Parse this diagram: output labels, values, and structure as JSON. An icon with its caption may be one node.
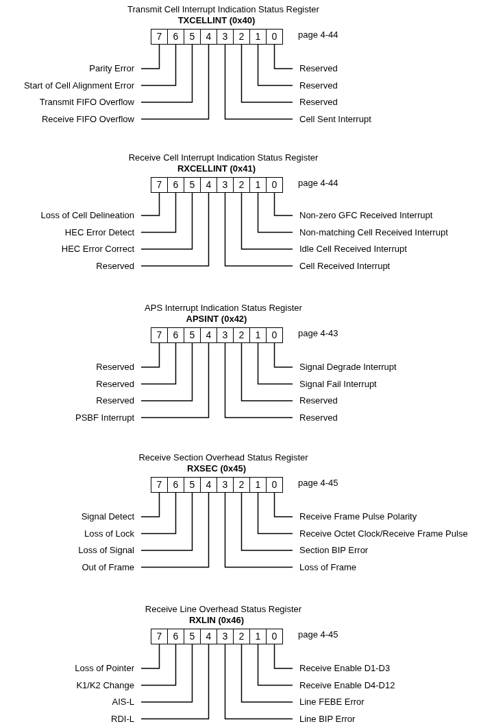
{
  "diagram": {
    "nodes": [
      {
        "text": [
          "7"
        ]
      },
      {
        "text": [
          "6"
        ]
      },
      {
        "text": [
          "5"
        ]
      },
      {
        "text": [
          "4"
        ]
      },
      {
        "text": [
          "3"
        ]
      },
      {
        "text": [
          "2"
        ]
      },
      {
        "text": [
          "1"
        ]
      },
      {
        "text": [
          "0"
        ]
      },
      {
        "text": [
          "Parity Error"
        ]
      },
      {
        "text": [
          "Reserved"
        ]
      },
      {
        "text": [
          "Start of Cell Alignment Error"
        ]
      },
      {
        "text": [
          "Reserved"
        ]
      },
      {
        "text": [
          "Transmit FIFO Overflow"
        ]
      },
      {
        "text": [
          "Reserved"
        ]
      },
      {
        "text": [
          "Receive FIFO Overflow"
        ]
      },
      {
        "text": [
          "Cell Sent Interrupt"
        ]
      },
      {
        "text": [
          "7"
        ]
      },
      {
        "text": [
          "6"
        ]
      },
      {
        "text": [
          "5"
        ]
      },
      {
        "text": [
          "4"
        ]
      },
      {
        "text": [
          "3"
        ]
      },
      {
        "text": [
          "2"
        ]
      },
      {
        "text": [
          "1"
        ]
      },
      {
        "text": [
          "0"
        ]
      },
      {
        "text": [
          "Loss of Cell Delineation"
        ]
      },
      {
        "text": [
          "Non-zero GFC Received Interrupt"
        ]
      },
      {
        "text": [
          "HEC Error Detect"
        ]
      },
      {
        "text": [
          "Non-matching Cell Received Interrupt"
        ]
      },
      {
        "text": [
          "HEC Error Correct"
        ]
      },
      {
        "text": [
          "Idle Cell Received Interrupt"
        ]
      },
      {
        "text": [
          "Reserved"
        ]
      },
      {
        "text": [
          "Cell Received Interrupt"
        ]
      },
      {
        "text": [
          "7"
        ]
      },
      {
        "text": [
          "6"
        ]
      },
      {
        "text": [
          "5"
        ]
      },
      {
        "text": [
          "4"
        ]
      },
      {
        "text": [
          "3"
        ]
      },
      {
        "text": [
          "2"
        ]
      },
      {
        "text": [
          "1"
        ]
      },
      {
        "text": [
          "0"
        ]
      },
      {
        "text": [
          "Reserved"
        ]
      },
      {
        "text": [
          "Signal Degrade Interrupt"
        ]
      },
      {
        "text": [
          "Reserved"
        ]
      },
      {
        "text": [
          "Signal Fail Interrupt"
        ]
      },
      {
        "text": [
          "Reserved"
        ]
      },
      {
        "text": [
          "Reserved"
        ]
      },
      {
        "text": [
          "PSBF Interrupt"
        ]
      },
      {
        "text": [
          "Reserved"
        ]
      },
      {
        "text": [
          "7"
        ]
      },
      {
        "text": [
          "6"
        ]
      },
      {
        "text": [
          "5"
        ]
      },
      {
        "text": [
          "4"
        ]
      },
      {
        "text": [
          "3"
        ]
      },
      {
        "text": [
          "2"
        ]
      },
      {
        "text": [
          "1"
        ]
      },
      {
        "text": [
          "0"
        ]
      },
      {
        "text": [
          "Signal Detect"
        ]
      },
      {
        "text": [
          "Receive Frame Pulse Polarity"
        ]
      },
      {
        "text": [
          "Loss of Lock"
        ]
      },
      {
        "text": [
          "Receive Octet Clock/Receive Frame Pulse"
        ]
      },
      {
        "text": [
          "Loss of Signal"
        ]
      },
      {
        "text": [
          "Section BIP Error"
        ]
      },
      {
        "text": [
          "Out of Frame"
        ]
      },
      {
        "text": [
          "Loss of Frame"
        ]
      },
      {
        "text": [
          "7"
        ]
      },
      {
        "text": [
          "6"
        ]
      },
      {
        "text": [
          "5"
        ]
      },
      {
        "text": [
          "4"
        ]
      },
      {
        "text": [
          "3"
        ]
      },
      {
        "text": [
          "2"
        ]
      },
      {
        "text": [
          "1"
        ]
      },
      {
        "text": [
          "0"
        ]
      },
      {
        "text": [
          "Loss of Pointer"
        ]
      },
      {
        "text": [
          "Receive Enable D1-D3"
        ]
      },
      {
        "text": [
          "K1/K2 Change"
        ]
      },
      {
        "text": [
          "Receive Enable D4-D12"
        ]
      },
      {
        "text": [
          "AIS-L"
        ]
      },
      {
        "text": [
          "Line FEBE Error"
        ]
      },
      {
        "text": [
          "RDI-L"
        ]
      },
      {
        "text": [
          "Line BIP Error"
        ]
      }
    ],
    "edges": [
      {
        "from": 8,
        "to": 0,
        "arrow": "none"
      },
      {
        "from": 9,
        "to": 7,
        "arrow": "none"
      },
      {
        "from": 10,
        "to": 1,
        "arrow": "none"
      },
      {
        "from": 11,
        "to": 6,
        "arrow": "none"
      },
      {
        "from": 12,
        "to": 2,
        "arrow": "none"
      },
      {
        "from": 13,
        "to": 5,
        "arrow": "none"
      },
      {
        "from": 14,
        "to": 3,
        "arrow": "none"
      },
      {
        "from": 15,
        "to": 4,
        "arrow": "none"
      },
      {
        "from": 24,
        "to": 16,
        "arrow": "none"
      },
      {
        "from": 25,
        "to": 23,
        "arrow": "none"
      },
      {
        "from": 26,
        "to": 17,
        "arrow": "none"
      },
      {
        "from": 27,
        "to": 22,
        "arrow": "none"
      },
      {
        "from": 28,
        "to": 18,
        "arrow": "none"
      },
      {
        "from": 29,
        "to": 21,
        "arrow": "none"
      },
      {
        "from": 30,
        "to": 19,
        "arrow": "none"
      },
      {
        "from": 31,
        "to": 20,
        "arrow": "none"
      },
      {
        "from": 40,
        "to": 32,
        "arrow": "none"
      },
      {
        "from": 41,
        "to": 39,
        "arrow": "none"
      },
      {
        "from": 42,
        "to": 33,
        "arrow": "none"
      },
      {
        "from": 43,
        "to": 38,
        "arrow": "none"
      },
      {
        "from": 44,
        "to": 34,
        "arrow": "none"
      },
      {
        "from": 45,
        "to": 37,
        "arrow": "none"
      },
      {
        "from": 46,
        "to": 35,
        "arrow": "none"
      },
      {
        "from": 47,
        "to": 36,
        "arrow": "none"
      },
      {
        "from": 56,
        "to": 48,
        "arrow": "none"
      },
      {
        "from": 57,
        "to": 55,
        "arrow": "none"
      },
      {
        "from": 58,
        "to": 49,
        "arrow": "none"
      },
      {
        "from": 59,
        "to": 54,
        "arrow": "none"
      },
      {
        "from": 60,
        "to": 50,
        "arrow": "none"
      },
      {
        "from": 61,
        "to": 53,
        "arrow": "none"
      },
      {
        "from": 62,
        "to": 51,
        "arrow": "none"
      },
      {
        "from": 63,
        "to": 52,
        "arrow": "none"
      },
      {
        "from": 72,
        "to": 64,
        "arrow": "none"
      },
      {
        "from": 73,
        "to": 71,
        "arrow": "none"
      },
      {
        "from": 74,
        "to": 65,
        "arrow": "none"
      },
      {
        "from": 75,
        "to": 70,
        "arrow": "none"
      },
      {
        "from": 76,
        "to": 66,
        "arrow": "none"
      },
      {
        "from": 77,
        "to": 69,
        "arrow": "none"
      },
      {
        "from": 78,
        "to": 67,
        "arrow": "none"
      },
      {
        "from": 79,
        "to": 68,
        "arrow": "none"
      }
    ],
    "labels": [
      "Transmit Cell Interrupt Indication Status Register",
      "TXCELLINT (0x40)",
      "page 4-44",
      "Receive Cell Interrupt Indication Status Register",
      "RXCELLINT (0x41)",
      "page 4-44",
      "APS Interrupt Indication Status Register",
      "APSINT (0x42)",
      "page 4-43",
      "Receive Section Overhead Status Register",
      "RXSEC (0x45)",
      "page 4-45",
      "Receive Line Overhead Status Register",
      "RXLIN (0x46)",
      "page 4-45"
    ]
  }
}
